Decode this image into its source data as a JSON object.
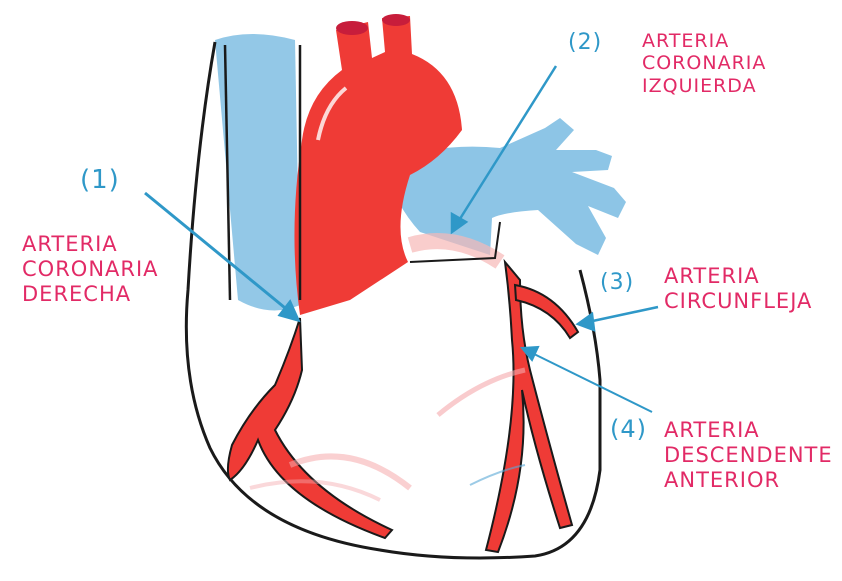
{
  "labels": {
    "right_coronary": {
      "number": "(1)",
      "text": "ARTERIA\nCORONARIA\nDERECHA"
    },
    "left_coronary": {
      "number": "(2)",
      "text": "ARTERIA\nCORONARIA\nIZQUIERDA"
    },
    "circumflex": {
      "number": "(3)",
      "text": "ARTERIA\nCIRCUNFLEJA"
    },
    "descending": {
      "number": "(4)",
      "text": "ARTERIA\nDESCENDENTE\nANTERIOR"
    }
  },
  "colors": {
    "artery_red": "#ef3b36",
    "vein_blue": "#8dc5e6",
    "label_pink": "#e22a66",
    "pointer_blue": "#2f98c8",
    "outline": "#1a1a1a"
  }
}
